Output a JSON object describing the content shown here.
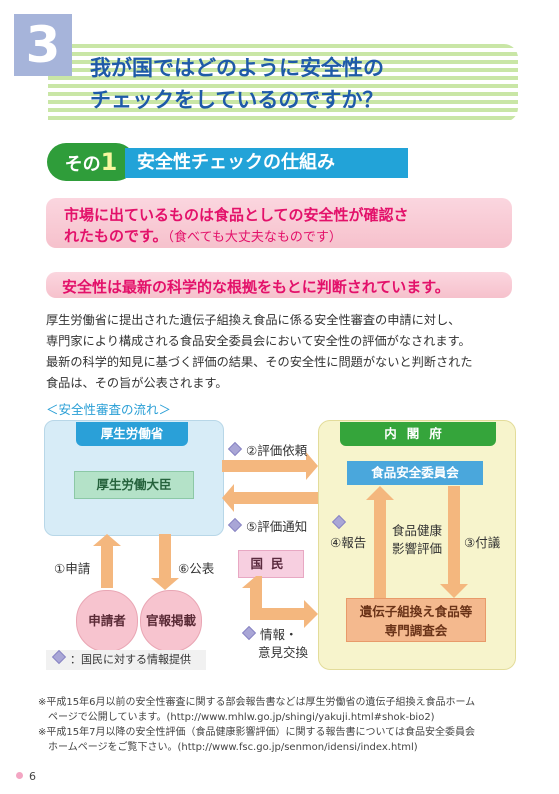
{
  "chapter_number": "3",
  "title": {
    "line1": "我が国ではどのように安全性の",
    "line2": "チェックをしているのですか？"
  },
  "section": {
    "prefix": "その",
    "number": "1",
    "heading": "安全性チェックの仕組み"
  },
  "highlight1": {
    "line1": "市場に出ているものは食品としての安全性が確認さ",
    "line2": "れたものです。",
    "note": "（食べても大丈夫なものです）"
  },
  "highlight2": "安全性は最新の科学的な根拠をもとに判断されています。",
  "body_lines": [
    "厚生労働省に提出された遺伝子組換え食品に係る安全性審査の申請に対し、",
    "専門家により構成される食品安全委員会において安全性の評価がなされます。",
    "最新の科学的知見に基づく評価の結果、その安全性に問題がないと判断された",
    "食品は、その旨が公表されます。"
  ],
  "flow_title": "＜安全性審査の流れ＞",
  "diagram": {
    "mhlw": "厚生労働省",
    "minister": "厚生労働大臣",
    "cabinet": "内閣府",
    "fsc": "食品安全委員会",
    "expert_line1": "遺伝子組換え食品等",
    "expert_line2": "専門調査会",
    "people": "国民",
    "applicant": "申請者",
    "gazette": "官報掲載",
    "request": "②評価依頼",
    "notify": "⑤評価通知",
    "apply": "①申請",
    "publish": "⑥公表",
    "report": "④報告",
    "assessment_line1": "食品健康",
    "assessment_line2": "影響評価",
    "refer": "③付議",
    "exchange_line1": "情報・",
    "exchange_line2": "意見交換",
    "legend": "：国民に対する情報提供",
    "colors": {
      "arrow": "#f4b77e",
      "mhlw_tab": "#2aa0d8",
      "cabinet_tab": "#35a53b"
    }
  },
  "notes": [
    "※平成15年6月以前の安全性審査に関する部会報告書などは厚生労働省の遺伝子組換え食品ホーム",
    "　ページで公開しています。(http://www.mhlw.go.jp/shingi/yakuji.html#shok-bio2)",
    "※平成15年7月以降の安全性評価（食品健康影響評価）に関する報告書については食品安全委員会",
    "　ホームページをご覧下さい。(http://www.fsc.go.jp/senmon/idensi/index.html)"
  ],
  "page_number": "6"
}
